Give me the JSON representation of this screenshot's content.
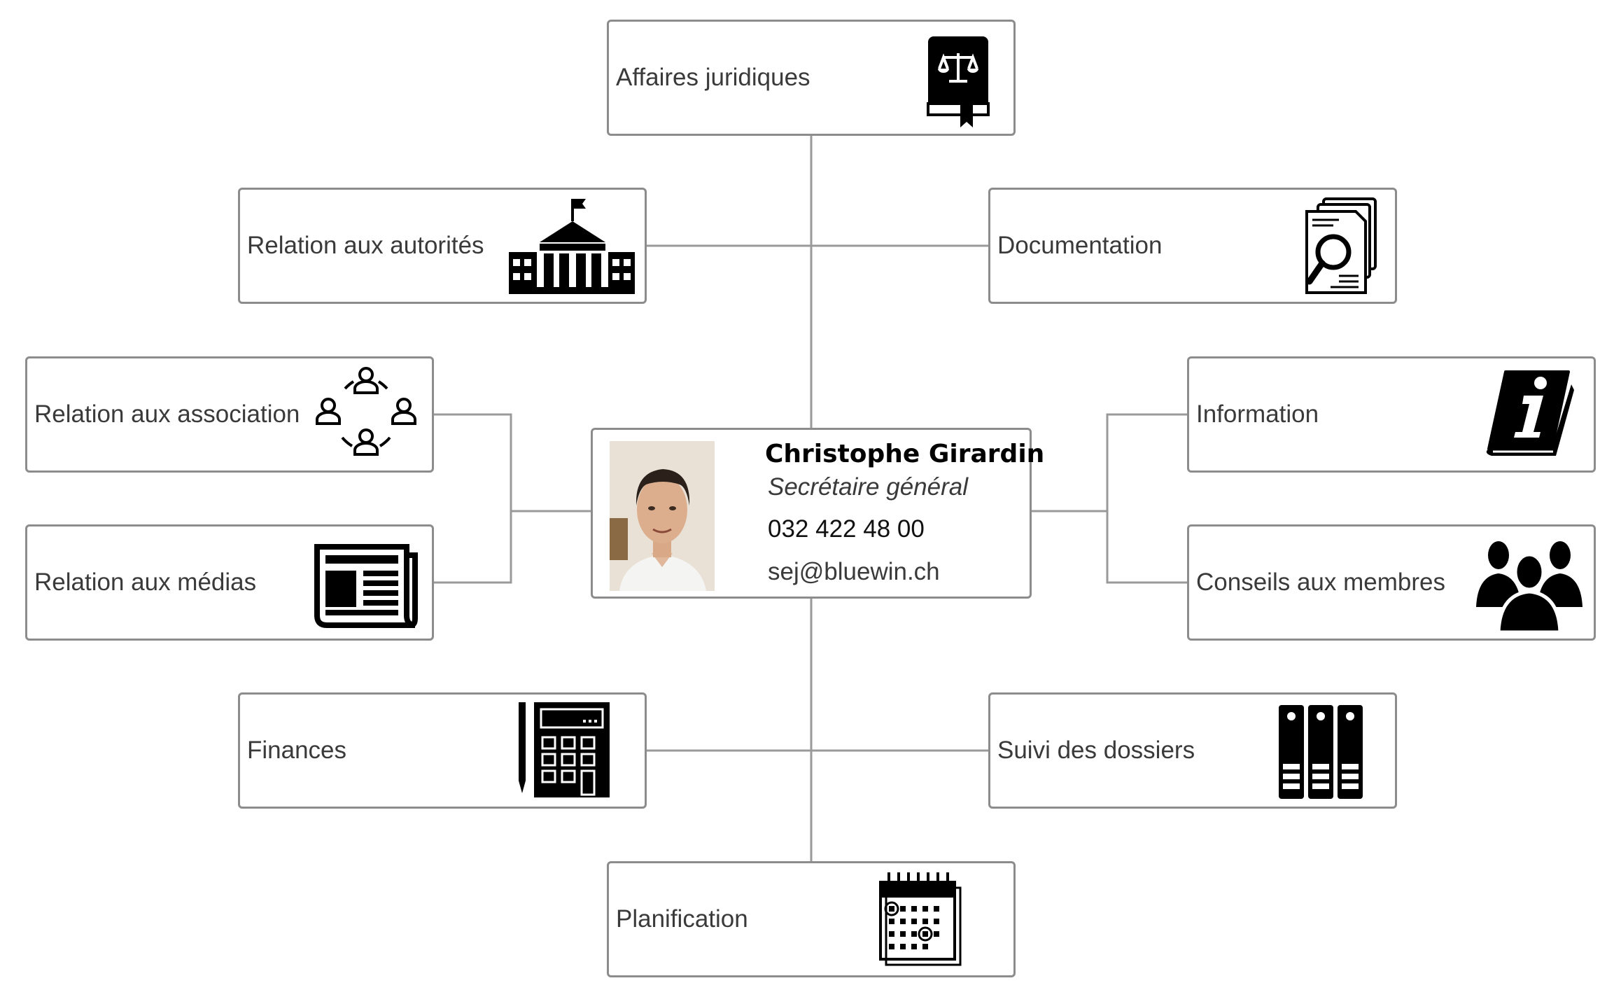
{
  "center": {
    "name": "Christophe Girardin",
    "role": "Secrétaire général",
    "phone": "032 422 48 00",
    "email": "sej@bluewin.ch",
    "photo": "portrait-photo"
  },
  "nodes": [
    {
      "id": "affaires",
      "label": "Affaires juridiques",
      "icon": "law-book-icon"
    },
    {
      "id": "autorites",
      "label": "Relation aux autorités",
      "icon": "government-building-icon"
    },
    {
      "id": "documentation",
      "label": "Documentation",
      "icon": "document-search-icon"
    },
    {
      "id": "association",
      "label": "Relation aux association",
      "icon": "people-network-icon"
    },
    {
      "id": "information",
      "label": "Information",
      "icon": "information-book-icon"
    },
    {
      "id": "medias",
      "label": "Relation aux médias",
      "icon": "newspaper-icon"
    },
    {
      "id": "conseils",
      "label": "Conseils aux membres",
      "icon": "group-icon"
    },
    {
      "id": "finances",
      "label": "Finances",
      "icon": "calculator-icon"
    },
    {
      "id": "dossiers",
      "label": "Suivi des dossiers",
      "icon": "binders-icon"
    },
    {
      "id": "planification",
      "label": "Planification",
      "icon": "calendar-icon"
    }
  ],
  "colors": {
    "border": "#8c8c8c",
    "connector": "#9a9a9a",
    "icon": "#000000",
    "text": "#3a3a3a"
  }
}
